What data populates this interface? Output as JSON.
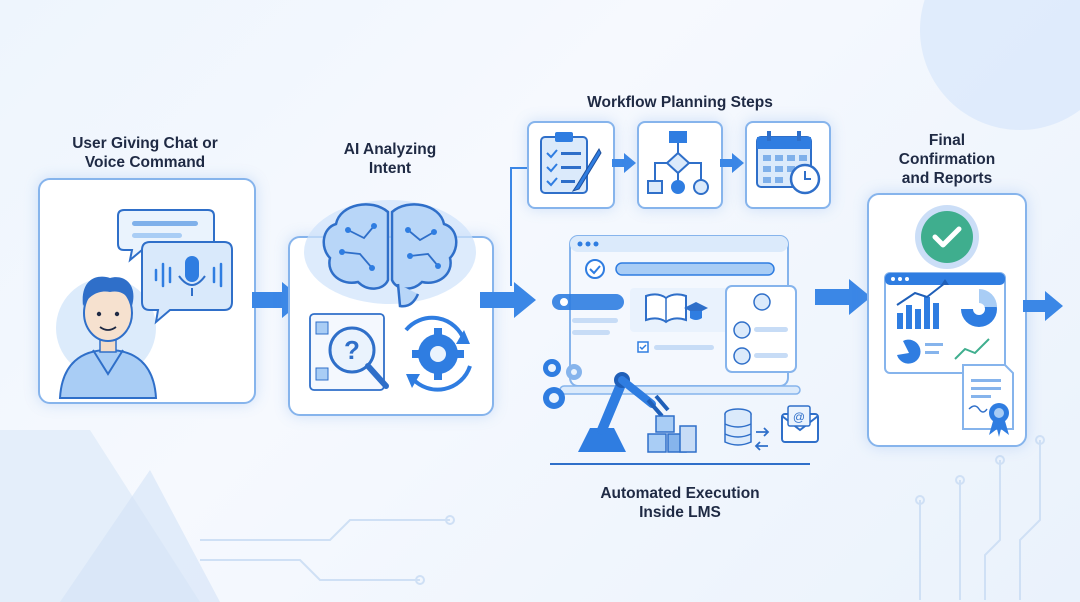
{
  "stages": {
    "user_command": {
      "line1": "User Giving Chat or",
      "line2": "Voice Command"
    },
    "ai_intent": {
      "line1": "AI Analyzing",
      "line2": "Intent"
    },
    "workflow_planning": {
      "title": "Workflow Planning Steps"
    },
    "automated_execution": {
      "line1": "Automated Execution",
      "line2": "Inside LMS"
    },
    "final_confirmation": {
      "line1": "Final",
      "line2": "Confirmation",
      "line3": "and Reports"
    }
  },
  "colors": {
    "accent": "#2f7de1",
    "light": "#a9cdf5",
    "text": "#1f2a44",
    "border": "#86b4ec"
  },
  "icons": [
    "user-icon",
    "chat-bubble-icon",
    "microphone-icon",
    "brain-icon",
    "question-search-icon",
    "gear-cycle-icon",
    "clipboard-checklist-icon",
    "flowchart-icon",
    "calendar-clock-icon",
    "lms-window-icon",
    "robot-arm-icon",
    "database-icon",
    "email-icon",
    "checkmark-icon",
    "analytics-report-icon",
    "certificate-icon",
    "arrow-right-icon"
  ]
}
